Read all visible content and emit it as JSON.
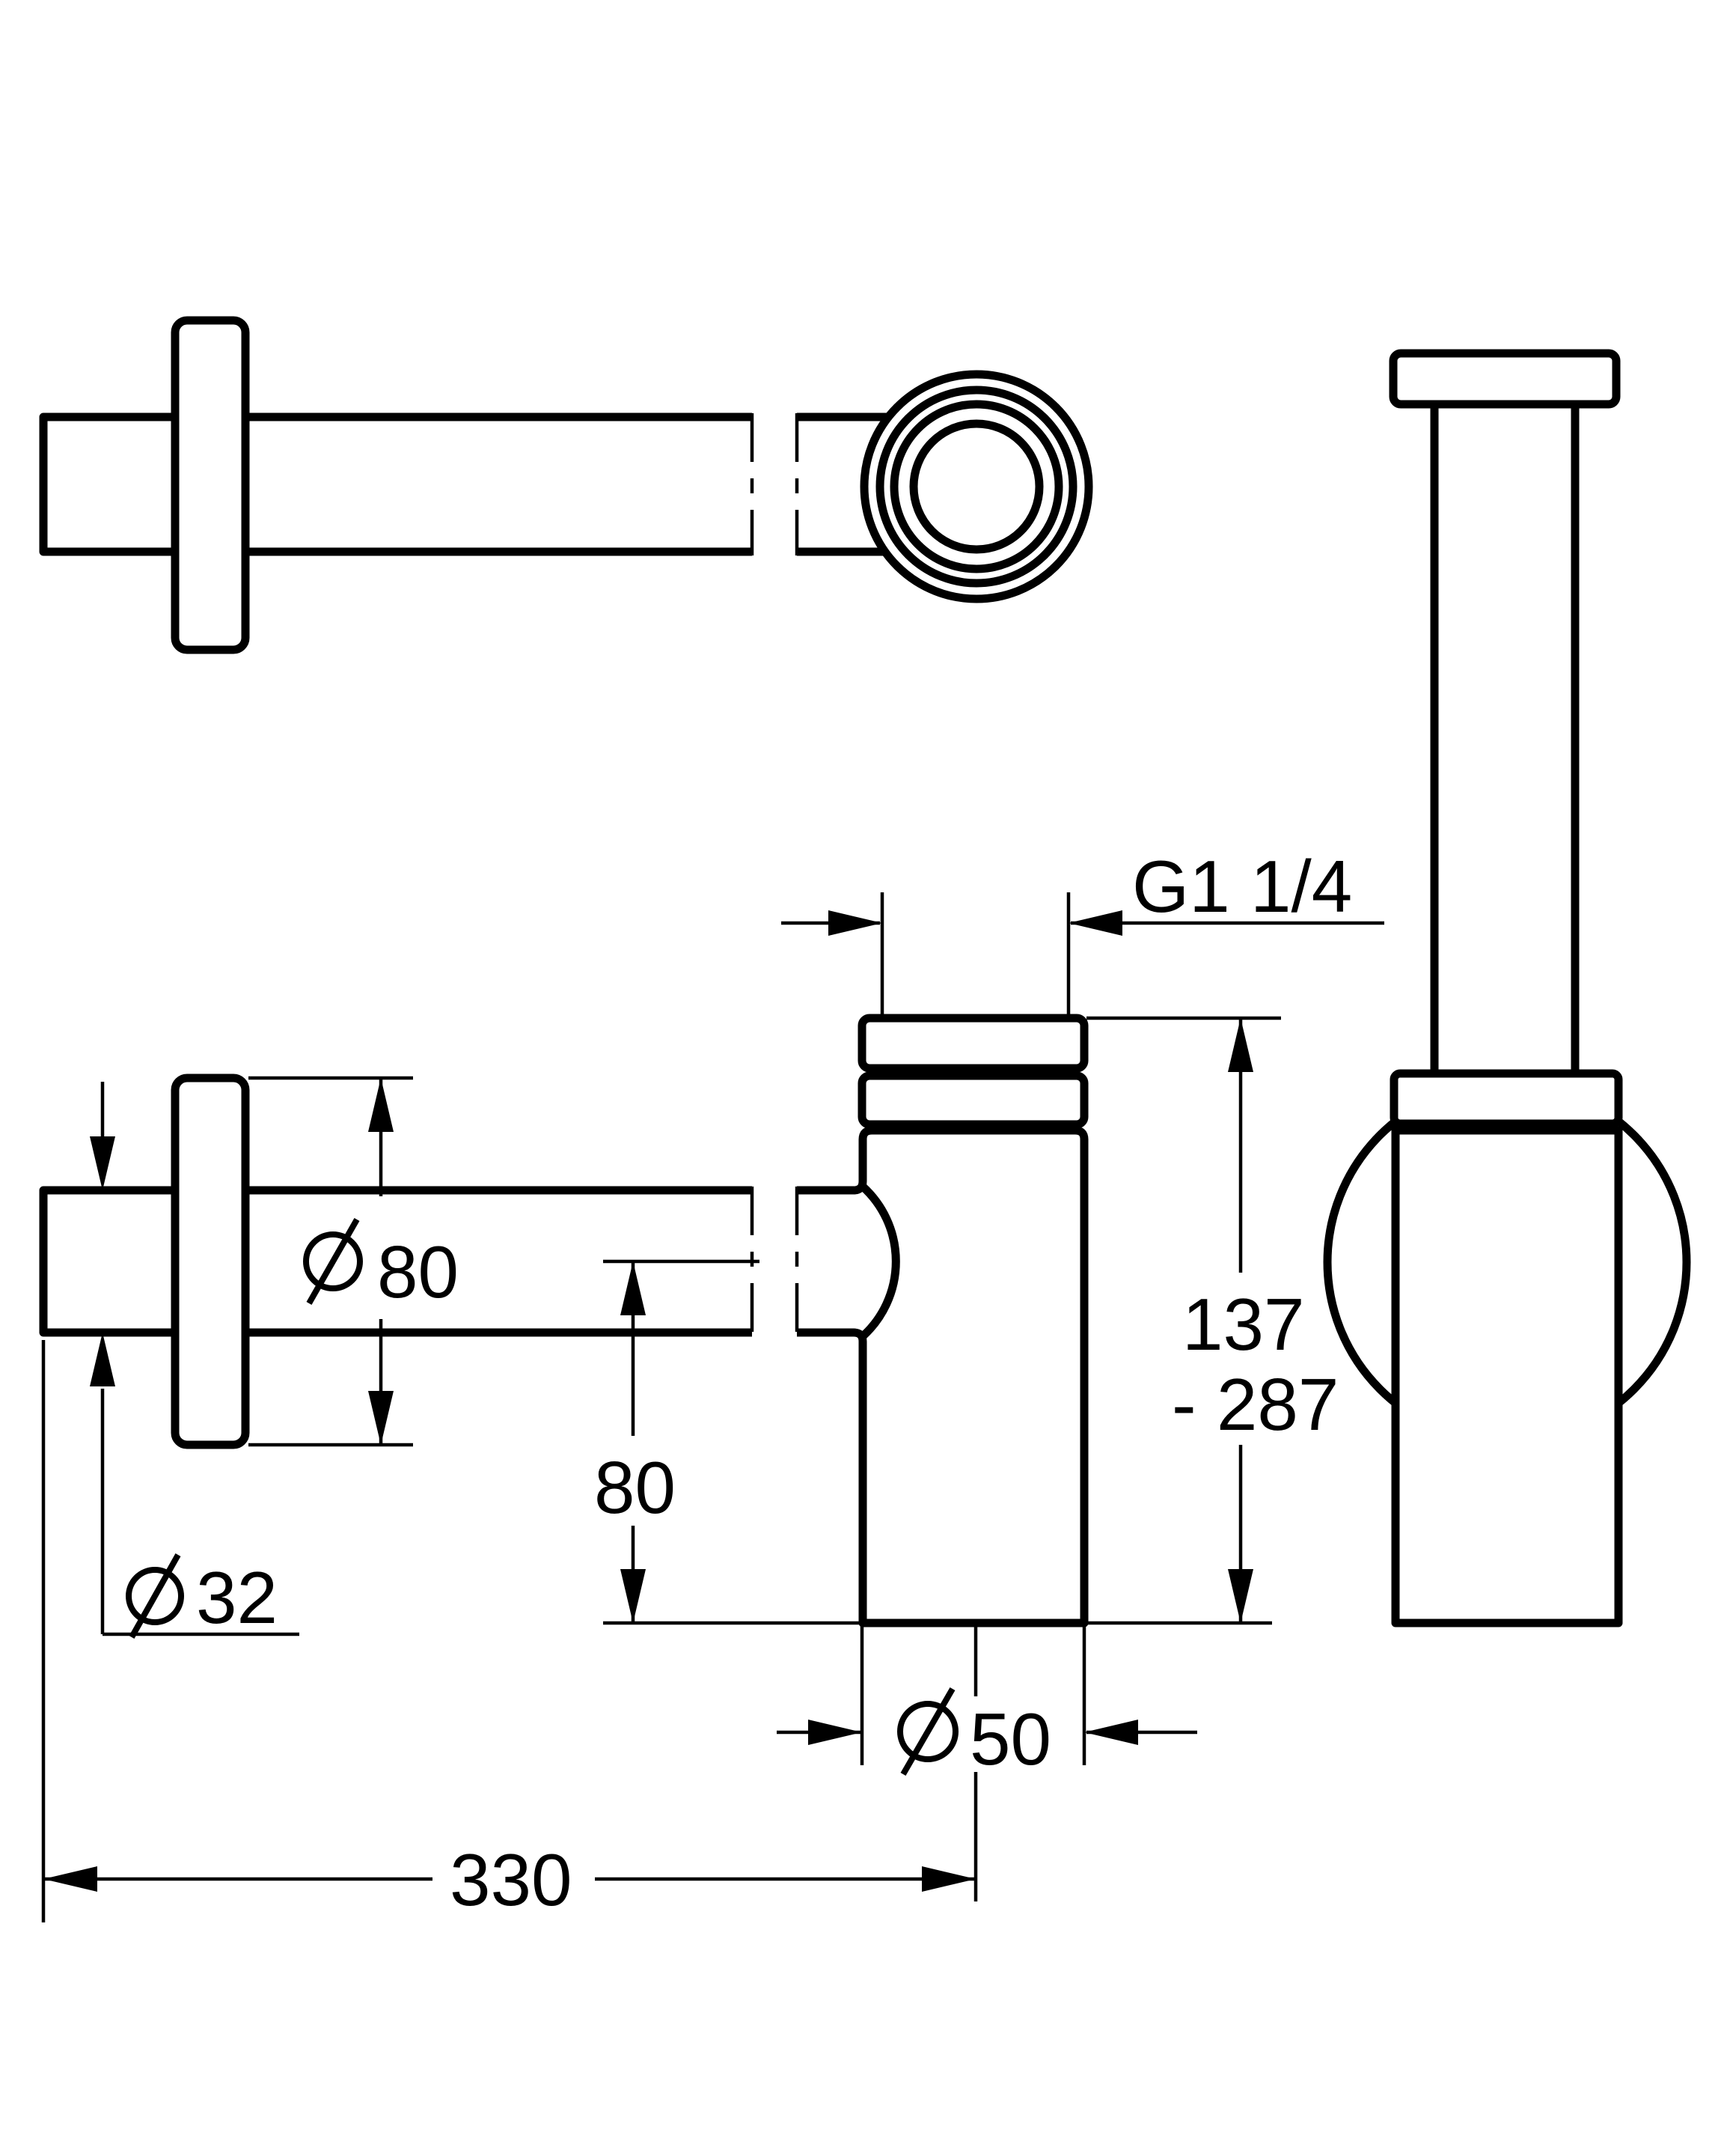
{
  "drawing": {
    "background_color": "#ffffff",
    "line_color": "#000000",
    "labels": {
      "thread_size": "G1 1/4",
      "height_min": "137",
      "height_max": "- 287",
      "outlet_height": "80",
      "rosette_diameter": "80",
      "wall_tube_diameter": "32",
      "trap_body_diameter": "50",
      "projection_length": "330"
    }
  }
}
